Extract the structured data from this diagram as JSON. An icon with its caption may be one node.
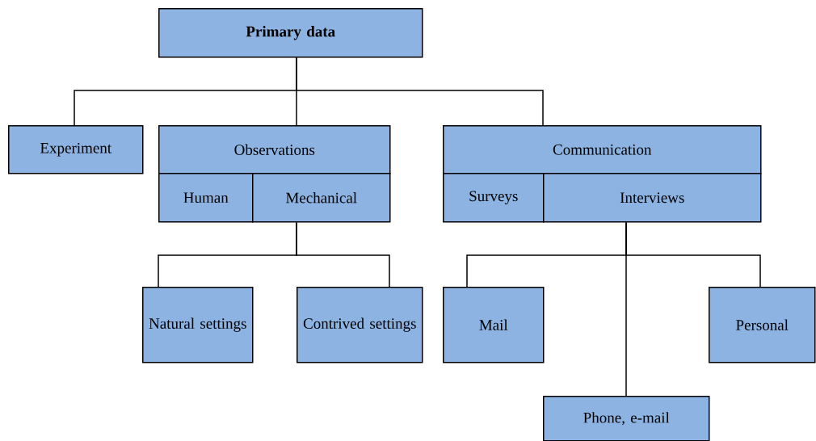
{
  "diagram": {
    "nodes": [
      {
        "text": [
          "Primary data"
        ]
      },
      {
        "text": [
          "Experiment"
        ]
      },
      {
        "text": [
          "Observations"
        ]
      },
      {
        "text": [
          "Human"
        ]
      },
      {
        "text": [
          "Mechanical"
        ]
      },
      {
        "text": [
          "Communication"
        ]
      },
      {
        "text": [
          "Surveys"
        ]
      },
      {
        "text": [
          "Interviews"
        ]
      },
      {
        "text": [
          "Natural settings"
        ]
      },
      {
        "text": [
          "Contrived settings"
        ]
      },
      {
        "text": [
          "Mail"
        ]
      },
      {
        "text": [
          "Personal"
        ]
      },
      {
        "text": [
          "Phone, e-mail"
        ]
      }
    ],
    "edges": [
      {
        "from": 0,
        "to": 1,
        "arrow": "none"
      },
      {
        "from": 0,
        "to": 2,
        "arrow": "none"
      },
      {
        "from": 0,
        "to": 5,
        "arrow": "none"
      },
      {
        "from": 4,
        "to": 8,
        "arrow": "none"
      },
      {
        "from": 4,
        "to": 9,
        "arrow": "none"
      },
      {
        "from": 7,
        "to": 10,
        "arrow": "none"
      },
      {
        "from": 7,
        "to": 11,
        "arrow": "none"
      },
      {
        "from": 7,
        "to": 12,
        "arrow": "none"
      }
    ]
  }
}
